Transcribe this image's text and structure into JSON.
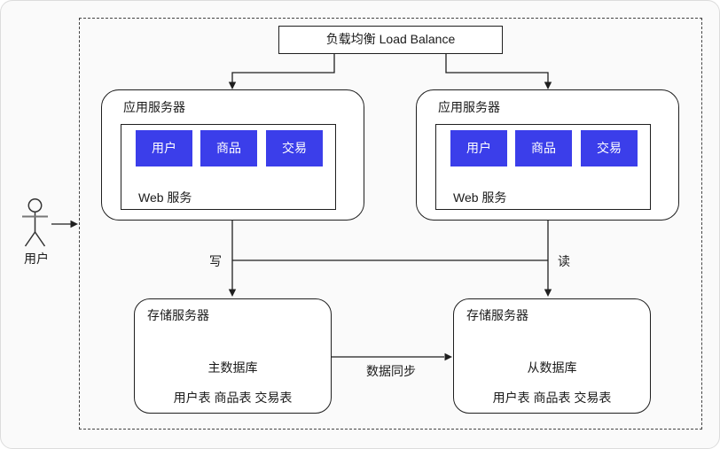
{
  "diagram": {
    "load_balancer": {
      "label": "负载均衡 Load Balance"
    },
    "app_servers": [
      {
        "title": "应用服务器",
        "web_label": "Web 服务",
        "modules": [
          "用户",
          "商品",
          "交易"
        ]
      },
      {
        "title": "应用服务器",
        "web_label": "Web 服务",
        "modules": [
          "用户",
          "商品",
          "交易"
        ]
      }
    ],
    "storage_servers": [
      {
        "title": "存储服务器",
        "db_label": "主数据库",
        "tables_label": "用户表 商品表 交易表"
      },
      {
        "title": "存储服务器",
        "db_label": "从数据库",
        "tables_label": "用户表 商品表 交易表"
      }
    ],
    "edge_labels": {
      "write": "写",
      "read": "读",
      "sync": "数据同步"
    },
    "actor": {
      "label": "用户"
    },
    "colors": {
      "module_blue": "#3B3EEA",
      "line": "#1f1f1f"
    }
  }
}
